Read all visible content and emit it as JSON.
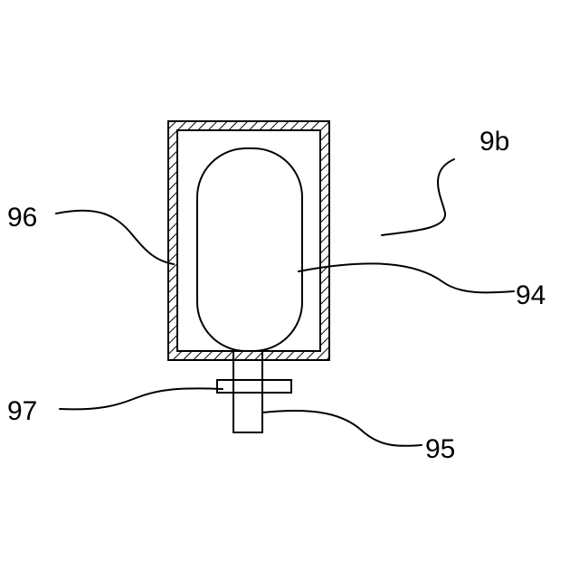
{
  "labels": {
    "housing_ref": "96",
    "bladder_ref": "94",
    "flange_ref": "97",
    "port_ref": "95",
    "figure_ref": "9b"
  },
  "colors": {
    "line": "#000000",
    "background": "#ffffff"
  }
}
